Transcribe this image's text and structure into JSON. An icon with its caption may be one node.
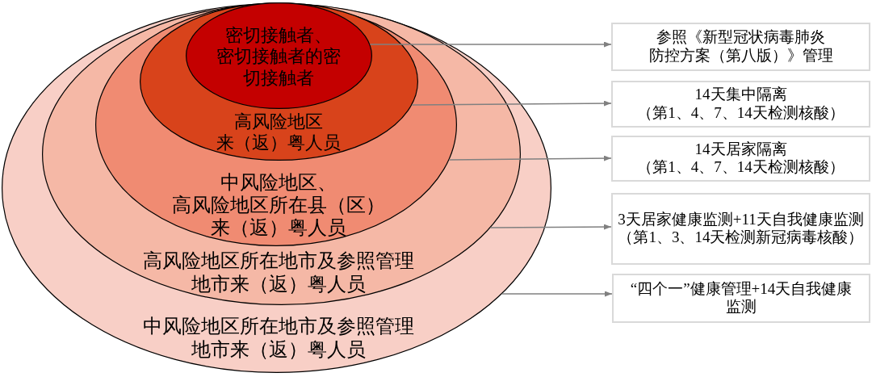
{
  "diagram": {
    "nodes": [
      {
        "text": [
          "中风险地区所在地市及参照管理地市来（返）粤人员"
        ]
      },
      {
        "text": [
          "高风险地区所在地市及参照管理地市来（返）粤人员"
        ],
        "in": 0
      },
      {
        "text": [
          "中风险地区、高风险地区所在县（区）来（返）粤人员"
        ],
        "in": 1
      },
      {
        "text": [
          "高风险地区来（返）粤人员"
        ],
        "in": 2
      },
      {
        "text": [
          "密切接触者、密切接触者的密切接触者"
        ],
        "in": 3
      },
      {
        "text": [
          "参照《新型冠状病毒肺炎防控方案（第八版）》管理"
        ]
      },
      {
        "text": [
          "14天集中隔离（第1、4、7、14天检测核酸）"
        ]
      },
      {
        "text": [
          "14天居家隔离（第1、4、7、14天检测核酸）"
        ]
      },
      {
        "text": [
          "3天居家健康监测+11天自我健康监测（第1、3、14天检测新冠病毒核酸）"
        ]
      },
      {
        "text": [
          "“四个一”健康管理+14天自我健康监测"
        ]
      }
    ],
    "edges": [
      {
        "from": 4,
        "to": 5,
        "arrow": "to"
      },
      {
        "from": 3,
        "to": 6,
        "arrow": "to"
      },
      {
        "from": 2,
        "to": 7,
        "arrow": "to"
      },
      {
        "from": 1,
        "to": 8,
        "arrow": "to"
      },
      {
        "from": 0,
        "to": 9,
        "arrow": "to"
      }
    ]
  }
}
